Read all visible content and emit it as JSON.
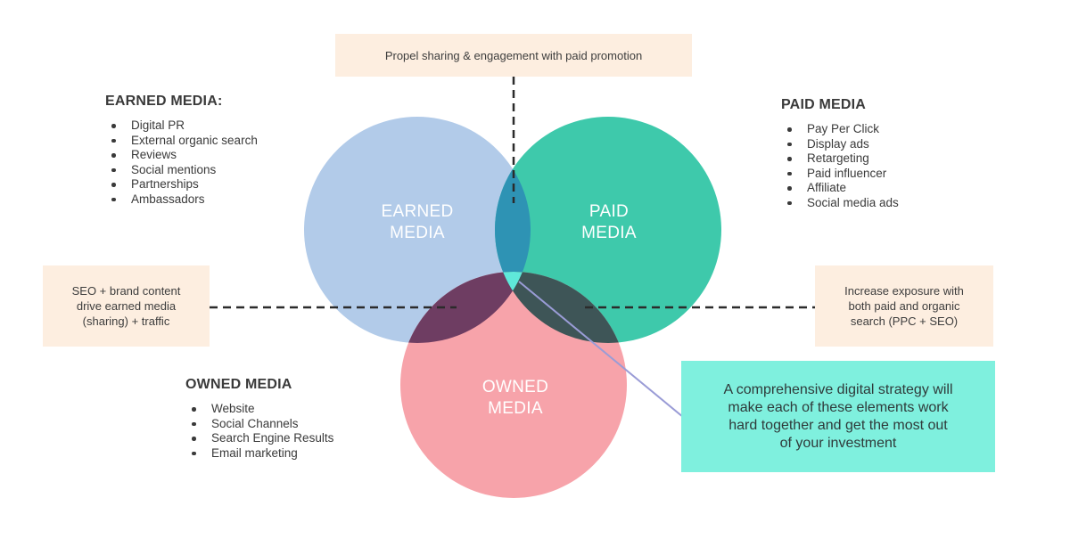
{
  "callouts": {
    "top": "Propel sharing & engagement with paid promotion",
    "left": [
      "SEO + brand content",
      "drive earned media",
      "(sharing) + traffic"
    ],
    "right": [
      "Increase exposure with",
      "both paid and organic",
      "search (PPC + SEO)"
    ]
  },
  "earned_media": {
    "heading": "EARNED MEDIA:",
    "items": [
      "Digital PR",
      "External organic search",
      "Reviews",
      "Social mentions",
      "Partnerships",
      "Ambassadors"
    ]
  },
  "paid_media": {
    "heading": "PAID MEDIA",
    "items": [
      "Pay Per Click",
      "Display ads",
      "Retargeting",
      "Paid influencer",
      "Affiliate",
      "Social media ads"
    ]
  },
  "owned_media": {
    "heading": "OWNED MEDIA",
    "items": [
      "Website",
      "Social Channels",
      "Search Engine Results",
      "Email marketing"
    ]
  },
  "circles": {
    "earned": [
      "EARNED",
      "MEDIA"
    ],
    "paid": [
      "PAID",
      "MEDIA"
    ],
    "owned": [
      "OWNED",
      "MEDIA"
    ]
  },
  "strategy_note": [
    "A comprehensive digital strategy will",
    "make each of these elements work",
    "hard together and get the most out",
    "of your investment"
  ],
  "colors": {
    "earned": "#b2cbe9",
    "paid": "#3ec9ab",
    "owned": "#f7a3aa",
    "earned_paid_overlap": "#2e93b4",
    "earned_owned_overlap": "#6e3d62",
    "paid_owned_overlap": "#3e5557",
    "center_overlap": "#5fe8da",
    "callout_bg": "#fdeee0",
    "strategy_bg": "#7ff0de"
  }
}
